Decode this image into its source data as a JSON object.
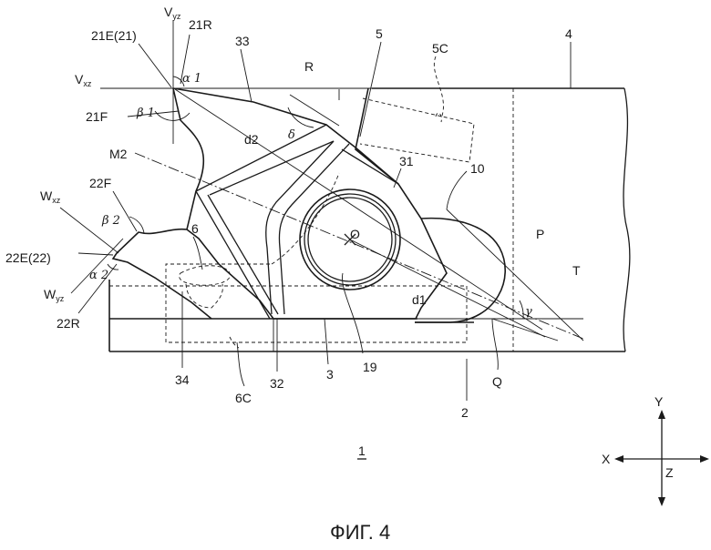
{
  "figure": {
    "caption": "ФИГ. 4",
    "view_label": "1"
  },
  "labels": {
    "vyz": {
      "main": "V",
      "sub": "yz"
    },
    "vxz": {
      "main": "V",
      "sub": "xz"
    },
    "wxz": {
      "main": "W",
      "sub": "xz"
    },
    "wyz": {
      "main": "W",
      "sub": "yz"
    },
    "l21R": "21R",
    "l21E": "21E(21)",
    "l21F": "21F",
    "l33": "33",
    "l5": "5",
    "l5C": "5C",
    "l4": "4",
    "lR": "R",
    "ld2": "d2",
    "lM2": "M2",
    "l22F": "22F",
    "l22E": "22E(22)",
    "l22R": "22R",
    "l31": "31",
    "l10": "10",
    "l6": "6",
    "lO": "O",
    "lP": "P",
    "lT": "T",
    "ld1": "d1",
    "l34": "34",
    "l32": "32",
    "l3": "3",
    "l19": "19",
    "lQ": "Q",
    "l2": "2",
    "l6C": "6C"
  },
  "angles": {
    "alpha1": "α 1",
    "beta1": "β 1",
    "delta": "δ",
    "beta2": "β 2",
    "alpha2": "α 2",
    "gamma": "γ"
  },
  "axes": {
    "x": "X",
    "y": "Y",
    "z": "Z"
  }
}
